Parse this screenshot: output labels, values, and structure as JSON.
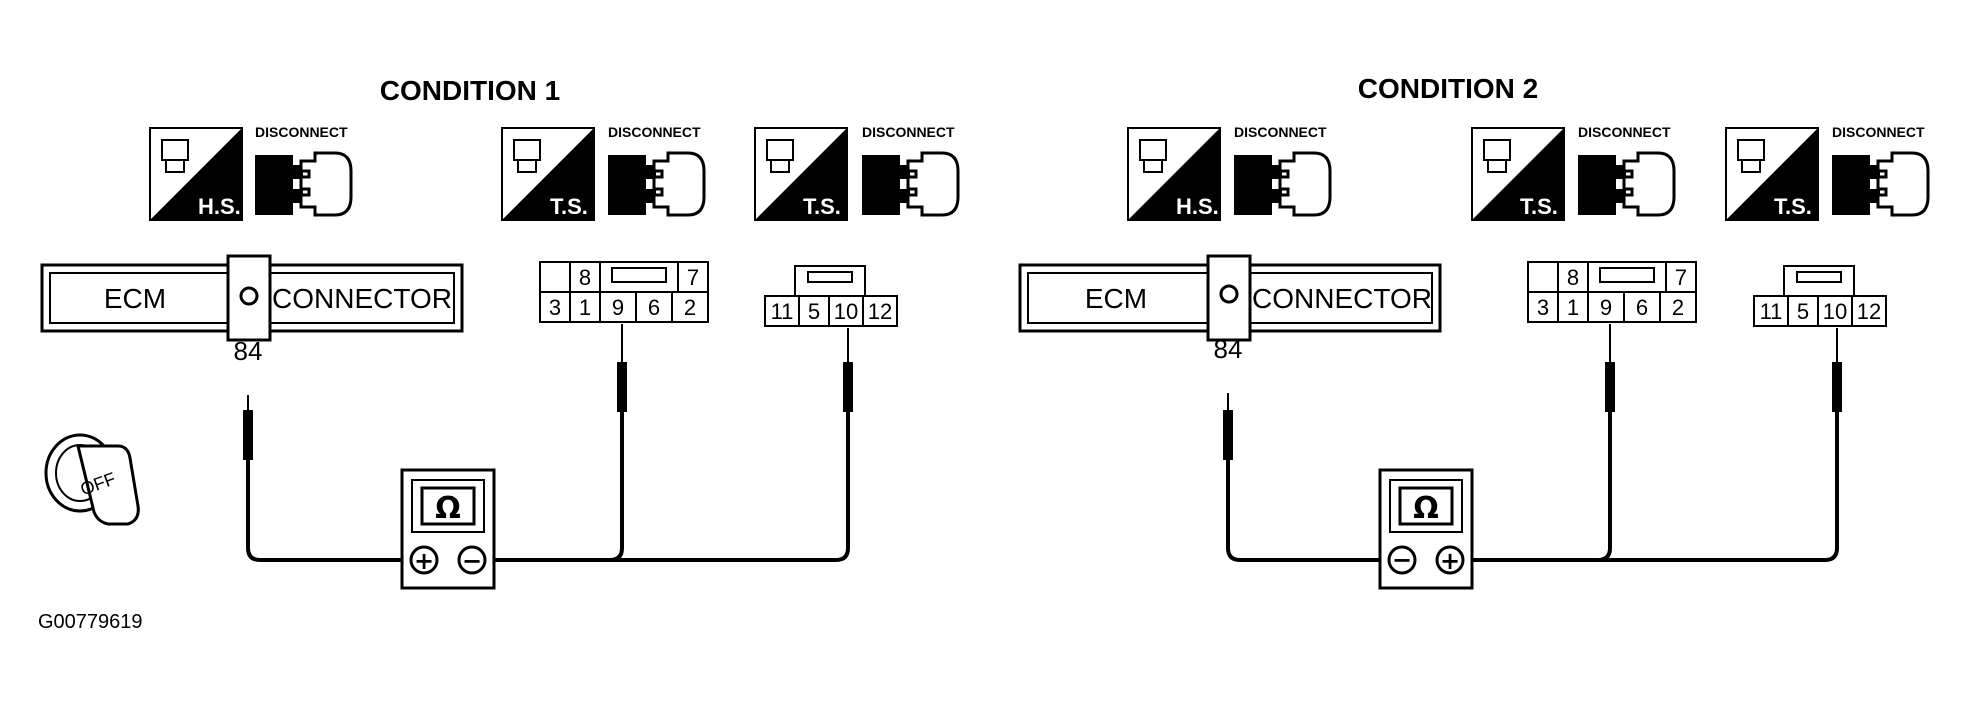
{
  "figure_code": "G00779619",
  "conditions": [
    {
      "title": "CONDITION 1",
      "icons": [
        {
          "badge": "H.S.",
          "label": "DISCONNECT"
        },
        {
          "badge": "T.S.",
          "label": "DISCONNECT"
        },
        {
          "badge": "T.S.",
          "label": "DISCONNECT"
        }
      ],
      "ecm_label": "ECM",
      "connector_label": "CONNECTOR",
      "ecm_pin": "84",
      "conn_a": {
        "top": [
          "",
          "8",
          "",
          "7"
        ],
        "bottom": [
          "3",
          "1",
          "9",
          "6",
          "2"
        ]
      },
      "conn_b": {
        "bottom": [
          "11",
          "5",
          "10",
          "12"
        ]
      },
      "meter_symbol": "Ω",
      "meter_left_terminal": "+",
      "meter_right_terminal": "−"
    },
    {
      "title": "CONDITION 2",
      "icons": [
        {
          "badge": "H.S.",
          "label": "DISCONNECT"
        },
        {
          "badge": "T.S.",
          "label": "DISCONNECT"
        },
        {
          "badge": "T.S.",
          "label": "DISCONNECT"
        }
      ],
      "ecm_label": "ECM",
      "connector_label": "CONNECTOR",
      "ecm_pin": "84",
      "conn_a": {
        "top": [
          "",
          "8",
          "",
          "7"
        ],
        "bottom": [
          "3",
          "1",
          "9",
          "6",
          "2"
        ]
      },
      "conn_b": {
        "bottom": [
          "11",
          "5",
          "10",
          "12"
        ]
      },
      "meter_symbol": "Ω",
      "meter_left_terminal": "−",
      "meter_right_terminal": "+"
    }
  ],
  "ignition_key_label": "OFF"
}
